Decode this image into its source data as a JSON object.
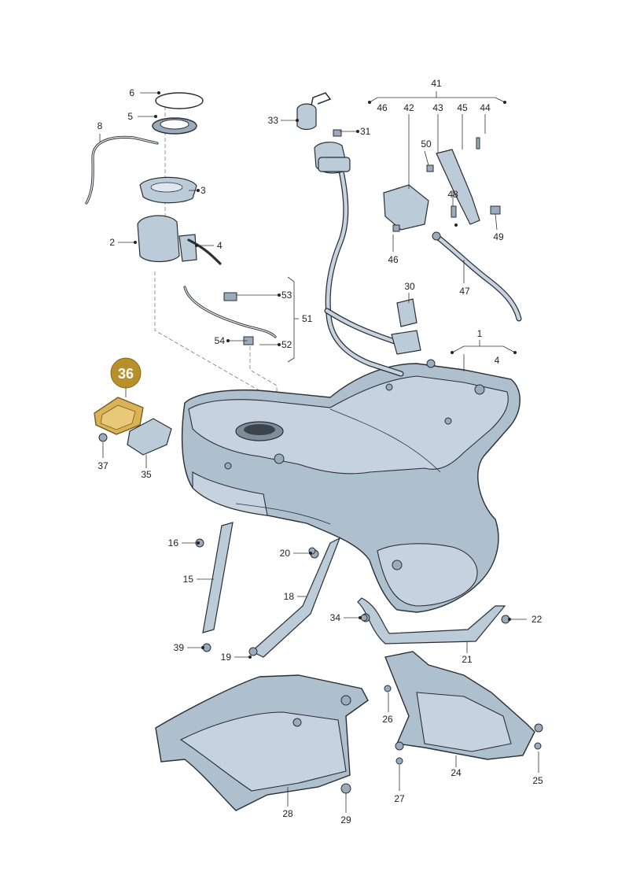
{
  "highlight": {
    "label": "36",
    "badge_color": "#b8902a",
    "part_color": "#d9b25a"
  },
  "colors": {
    "metal": "#aebfce",
    "outline": "#2a2f36"
  },
  "labels": {
    "l1": "1",
    "l2": "2",
    "l3": "3",
    "l4a": "4",
    "l4b": "4",
    "l5": "5",
    "l6": "6",
    "l8": "8",
    "l15": "15",
    "l16": "16",
    "l18": "18",
    "l19": "19",
    "l20": "20",
    "l21": "21",
    "l22": "22",
    "l24": "24",
    "l25": "25",
    "l26": "26",
    "l27": "27",
    "l28": "28",
    "l29": "29",
    "l30": "30",
    "l31": "31",
    "l33": "33",
    "l34": "34",
    "l35": "35",
    "l37": "37",
    "l39": "39",
    "l41": "41",
    "l42": "42",
    "l43": "43",
    "l44": "44",
    "l45": "45",
    "l46a": "46",
    "l46b": "46",
    "l47": "47",
    "l48": "48",
    "l49": "49",
    "l50": "50",
    "l51": "51",
    "l52": "52",
    "l53": "53",
    "l54": "54"
  }
}
